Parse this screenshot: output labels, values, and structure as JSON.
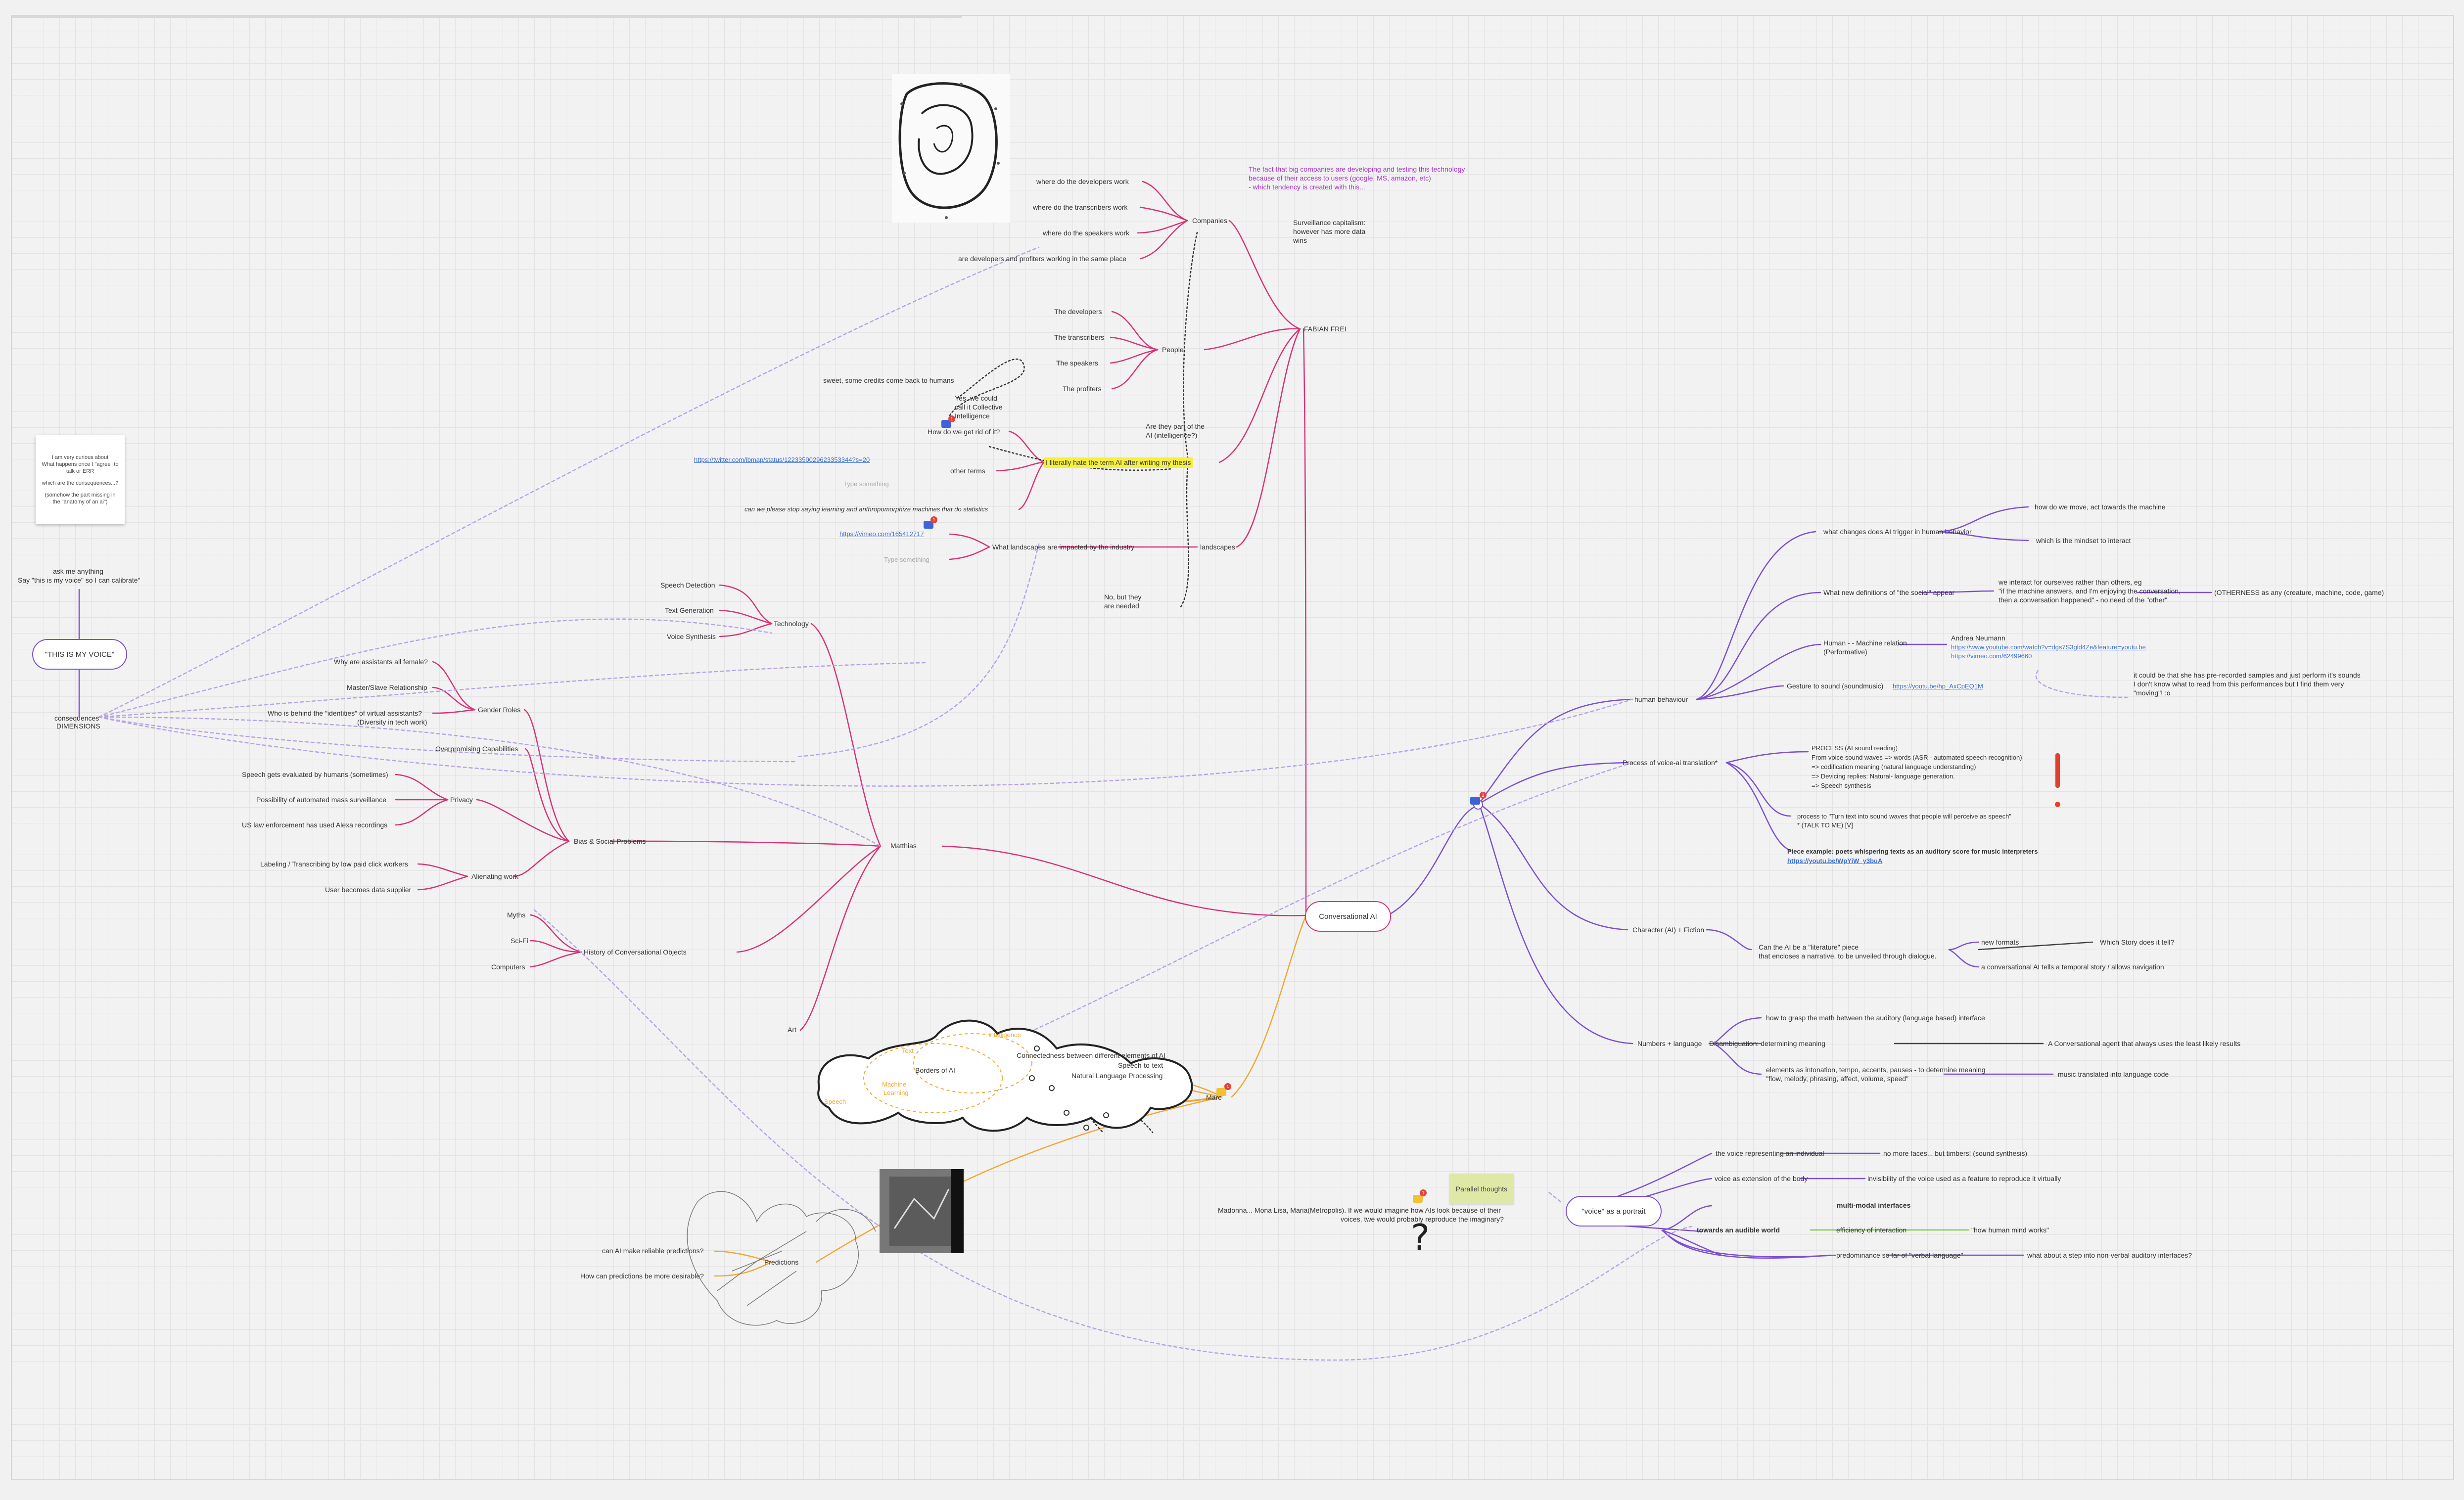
{
  "colors": {
    "pink": "#d6337a",
    "purple": "#7d4fd1",
    "orange": "#f0a733",
    "grey": "#8a8a8a",
    "link": "#3b6fd6",
    "magenta": "#a838c9"
  },
  "left": {
    "note_lines": [
      "I am very curious about",
      "What happens once I \"agree\" to",
      "talk or ERR",
      "which are the consequences...?",
      "(somehow the part missing in",
      "the \"anatomy of an ai\")"
    ],
    "ask": "ask me anything",
    "say": "Say \"this is my voice\" so I can calibrate\"",
    "root": "\"THIS IS MY VOICE\"",
    "consequences": "consequences",
    "dimensions": "DIMENSIONS"
  },
  "companies": {
    "label": "Companies",
    "items": [
      "where do the developers work",
      "where do the transcribers work",
      "where do the speakers work",
      "are developers and profiters working in the same place"
    ]
  },
  "fabian": {
    "label": "FABIAN FREI",
    "purple_lines": [
      "The fact that big companies are developing and testing this technology",
      "because of their access to users (google, MS, amazon, etc)",
      "- which tendency is created with this..."
    ],
    "surveillance": [
      "Surveillance capitalism:",
      "however has more data",
      "wins"
    ]
  },
  "people": {
    "label": "People",
    "items": [
      "The developers",
      "The transcribers",
      "The speakers",
      "The profiters"
    ]
  },
  "hate": {
    "label": "I literally hate the term AI after writing my thesis",
    "credits": "sweet, some credits come back to humans",
    "collective": [
      "Yes, we could",
      "call it Collective",
      "Intelligence"
    ],
    "getrid": "How do we get rid of it?",
    "link": "https://twitter.com/ibmap/status/1223350029623353344?s=20",
    "other": "other terms",
    "typing": "Type something",
    "quote": "can we please stop saying learning and anthropomorphize machines that do statistics",
    "part": [
      "Are they part of the",
      "AI (intelligence?)"
    ]
  },
  "landscapes": {
    "label": "landscapes",
    "question": "What landscapes are impacted by the industry",
    "link": "https://vimeo.com/165412717",
    "typing": "Type something",
    "needed": [
      "No, but they",
      "are needed"
    ]
  },
  "matthias": {
    "label": "Matthias",
    "technology": {
      "label": "Technology",
      "items": [
        "Speech Detection",
        "Text Generation",
        "Voice Synthesis"
      ]
    },
    "gender": {
      "label": "Gender Roles",
      "items": [
        "Why are assistants all female?",
        "Master/Slave Relationship",
        "Who is behind the \"identities\" of virtual assistants?",
        "(Diversity in tech work)"
      ]
    },
    "overpromising": "Overpromising Capabilities",
    "privacy": {
      "label": "Privacy",
      "items": [
        "Speech gets evaluated by humans (sometimes)",
        "Possibility of automated mass surveillance",
        "US law enforcement has used Alexa recordings"
      ]
    },
    "bias": "Bias & Social Problems",
    "alienating": {
      "label": "Alienating work",
      "items": [
        "Labeling / Transcribing by low paid click workers",
        "User becomes data supplier"
      ]
    },
    "history": {
      "label": "History of Conversational Objects",
      "items": [
        "Myths",
        "Sci-Fi",
        "Computers"
      ]
    },
    "art": "Art"
  },
  "marc": {
    "label": "Marc",
    "borders": "Borders of AI",
    "connectedness": "Connectedness between different elements of AI",
    "speech_to_text": "Speech-to-text",
    "nlp": "Natural Language Processing",
    "blob_words": [
      "Intelligence",
      "Text",
      "Speech",
      "Machine",
      "Learning"
    ],
    "predictions": "Predictions",
    "pred_items": [
      "can AI make reliable predictions?",
      "How can predictions be more desirable?"
    ]
  },
  "center": {
    "label": "Conversational AI"
  },
  "human": {
    "label": "human behaviour",
    "changes": "what changes does AI trigger in human behavior",
    "move": "how do we move, act towards the machine",
    "mindset": "which is the mindset to interact",
    "defs": "What new definitions of \"the social\" appear",
    "defs_text": [
      "we interact for ourselves rather than others, eg",
      "\"if the machine answers, and I'm enjoying the conversation,",
      "then a conversation happened\" - no need of the \"other\""
    ],
    "otherness": "(OTHERNESS as any (creature, machine, code, game)",
    "relation": [
      "Human - - Machine relation",
      "(Performative)"
    ],
    "andrea": "Andrea Neumann",
    "andrea_links": [
      "https://www.youtube.com/watch?v=dgs7S3gld4Ze&feature=youtu.be",
      "https://vimeo.com/62499660"
    ],
    "gesture": "Gesture to sound (soundmusic)",
    "gesture_link": "https://youtu.be/hp_AxCpEQ1M",
    "gesture_note": [
      "it could be that she has pre-recorded samples and just perform it's sounds",
      "I don't know what to read from this performances but I find them very",
      "\"moving\"! :o"
    ]
  },
  "process": {
    "label": "Process of voice-ai translation*",
    "steps": [
      "PROCESS (AI sound reading)",
      "From voice sound waves => words (ASR - automated speech recognition)",
      "=> codification meaning (natural language understanding)",
      "=> Devicing replies: Natural- language generation.",
      "=> Speech synthesis"
    ],
    "turn": [
      "process to \"Turn text into sound waves that people will perceive as speech\"",
      "* (TALK TO ME) [V]"
    ],
    "piece": "Piece example: poets whispering texts as an auditory score for music interpreters",
    "piece_link": "https://youtu.be/WpYiW_y3buA"
  },
  "character": {
    "label": "Character (AI) + Fiction",
    "literature": [
      "Can the AI be a \"literature\" piece",
      "that encloses a narrative, to be unveiled through dialogue."
    ],
    "formats": "new formats",
    "story": "Which Story does it tell?",
    "temporal": "a conversational AI tells a temporal story / allows navigation"
  },
  "numbers": {
    "label": "Numbers + language",
    "math": "how to grasp the math between the auditory (language based) interface",
    "disambig": "Disambiguation: determining meaning",
    "agent": "A Conversational agent that always uses the least likely results",
    "elements": [
      "elements as intonation, tempo, accents, pauses - to determine meaning",
      "\"flow, melody, phrasing, affect, volume, speed\""
    ],
    "music": "music translated into language code"
  },
  "portrait": {
    "label": "\"voice\" as a portrait",
    "parallel": "Parallel thoughts",
    "madonna": [
      "Madonna... Mona Lisa, Maria(Metropolis). If we would imagine how AIs look because of their",
      "voices, twe would  probably reproduce the imaginary?"
    ],
    "individual": "the voice representing an individual",
    "faces": "no more faces... but timbers! (sound synthesis)",
    "extension": "voice as extension of the body",
    "invisibility": "invisibility of the voice used as a feature to reproduce it virtually",
    "audible": "towards an audible world",
    "multimodal": "multi-modal interfaces",
    "efficiency": "efficiency of interaction",
    "mind": "\"how human mind works\"",
    "predominance": "predominance so far of \"verbal language\"",
    "nonverbal": "what about a step into non-verbal auditory interfaces?"
  },
  "badges": [
    "1",
    "1",
    "1",
    "2",
    "1",
    "1"
  ],
  "qmark": "?"
}
